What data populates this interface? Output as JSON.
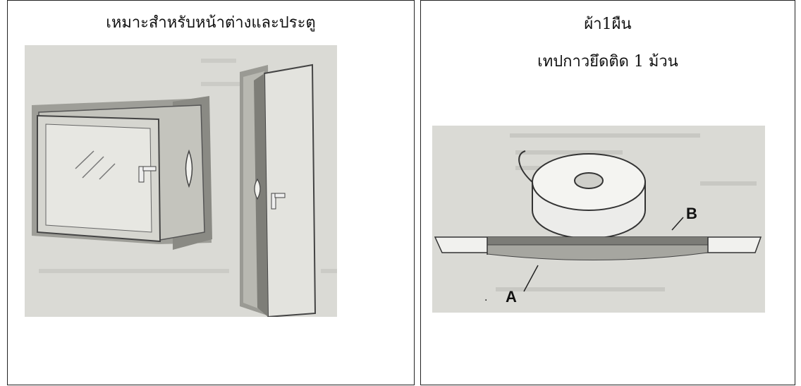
{
  "left_cell": {
    "caption": "เหมาะสำหรับหน้าต่างและประตู",
    "illustration_icon": "window-and-door-illustration"
  },
  "right_cell": {
    "caption_line1": "ผ้า1ผืน",
    "caption_line2": "เทปกาวยึดติด 1 ม้วน",
    "illustration_icon": "adhesive-tape-roll-illustration",
    "label_a": "A",
    "label_b": "B"
  }
}
